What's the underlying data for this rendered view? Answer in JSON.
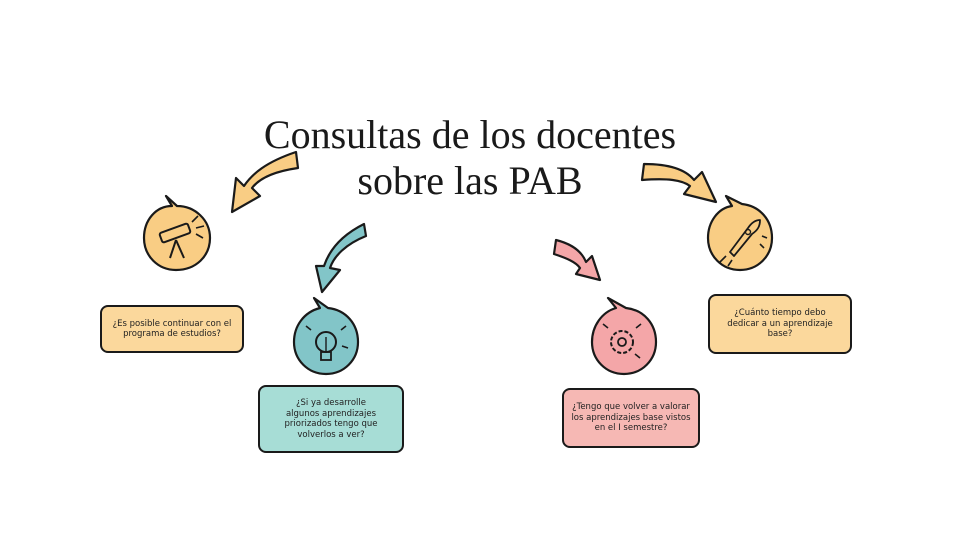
{
  "title": {
    "line1": "Consultas de los docentes",
    "line2": "sobre las PAB"
  },
  "colors": {
    "orange": "#f9cd84",
    "teal": "#82c5c8",
    "pink": "#f4a6a8",
    "card_orange": "#fbd89c",
    "card_teal": "#a7ddd6",
    "card_pink": "#f6b8b4",
    "ink": "#1a1a1a"
  },
  "icons": [
    "telescope-icon",
    "lightbulb-icon",
    "gear-icon",
    "rocket-icon"
  ],
  "questions": [
    {
      "lines": [
        "¿Es posible continuar con el",
        "programa de estudios?"
      ]
    },
    {
      "lines": [
        "¿Si ya desarrolle",
        "algunos aprendizajes",
        "priorizados tengo que",
        "volverlos a ver?"
      ]
    },
    {
      "lines": [
        "¿Tengo que volver a valorar",
        "los aprendizajes base vistos",
        "en el I semestre?"
      ]
    },
    {
      "lines": [
        "¿Cuánto tiempo debo",
        "dedicar a un aprendizaje",
        "base?"
      ]
    }
  ]
}
